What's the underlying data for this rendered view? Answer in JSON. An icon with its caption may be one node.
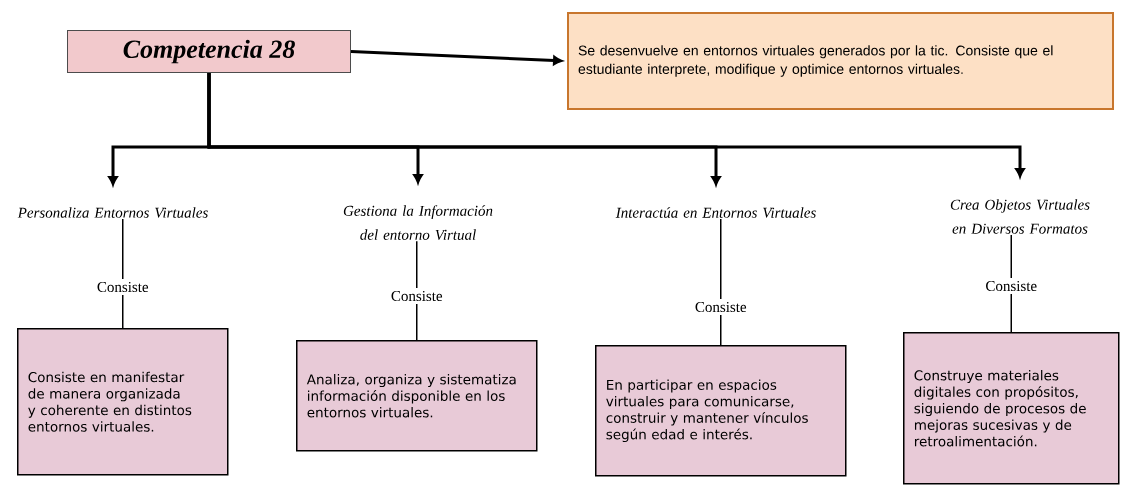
{
  "diagram": {
    "nodes": [
      {
        "text": [
          "Competencia 28"
        ]
      },
      {
        "text": [
          "Se desenvuelve en entornos virtuales generados por la tic. Consiste que el estudiante interprete, modifique y optimice entornos virtuales."
        ]
      },
      {
        "text": [
          "Personaliza Entornos Virtuales"
        ]
      },
      {
        "text": [
          "Gestiona la Información del entorno Virtual"
        ]
      },
      {
        "text": [
          "Interactúa en Entornos Virtuales"
        ]
      },
      {
        "text": [
          "Crea Objetos Virtuales en Diversos Formatos"
        ]
      },
      {
        "text": [
          "Consiste en manifestar de manera organizada y coherente en distintos entornos virtuales."
        ]
      },
      {
        "text": [
          "Analiza, organiza y sistematiza información disponible en los entornos virtuales."
        ]
      },
      {
        "text": [
          "En participar en espacios virtuales para comunicarse, construir y mantener vínculos según edad e interés."
        ]
      },
      {
        "text": [
          "Construye materiales digitales con propósitos, siguiendo de procesos de mejoras sucesivas y de retroalimentación."
        ]
      }
    ],
    "edges": [
      {
        "from": 0,
        "to": 1,
        "arrow": "to"
      },
      {
        "from": 0,
        "to": 2,
        "arrow": "to"
      },
      {
        "from": 0,
        "to": 3,
        "arrow": "to"
      },
      {
        "from": 0,
        "to": 4,
        "arrow": "to"
      },
      {
        "from": 0,
        "to": 5,
        "arrow": "to"
      },
      {
        "from": 2,
        "to": 6,
        "arrow": "none",
        "label": "Consiste"
      },
      {
        "from": 3,
        "to": 7,
        "arrow": "none",
        "label": "Consiste"
      },
      {
        "from": 4,
        "to": 8,
        "arrow": "none",
        "label": "Consiste"
      },
      {
        "from": 5,
        "to": 9,
        "arrow": "none",
        "label": "Consiste"
      }
    ]
  }
}
